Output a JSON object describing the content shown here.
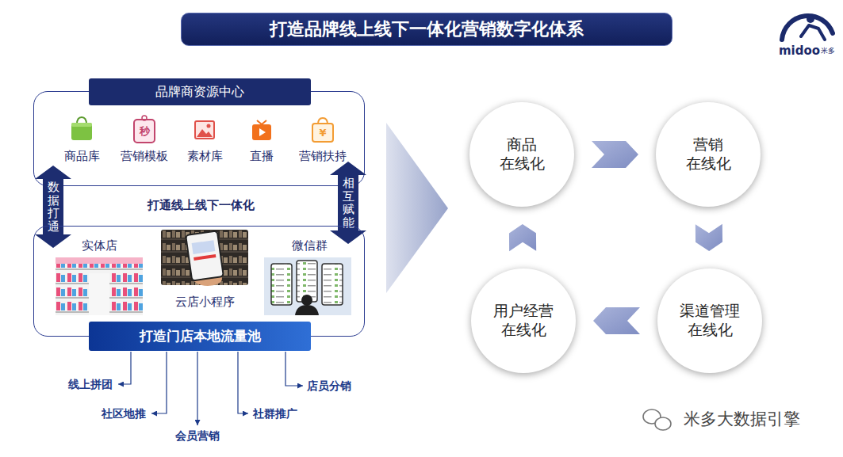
{
  "diagram": {
    "title": "打造品牌线上线下一体化营销数字化体系",
    "nodes": [
      {
        "text": [
          "品牌商资源中心"
        ]
      },
      {
        "text": [
          "数据打通"
        ]
      },
      {
        "text": [
          "打通线上线下一体化"
        ]
      },
      {
        "text": [
          "相互赋能"
        ]
      },
      {
        "text": [
          "打造门店本地流量池"
        ]
      },
      {
        "text": [
          "商品 在线化"
        ]
      },
      {
        "text": [
          "营销 在线化"
        ]
      },
      {
        "text": [
          "用户经营 在线化"
        ]
      },
      {
        "text": [
          "渠道管理 在线化"
        ]
      }
    ],
    "edges": [
      {
        "from": 5,
        "to": 6,
        "arrow": "to"
      },
      {
        "from": 6,
        "to": 8,
        "arrow": "to"
      },
      {
        "from": 8,
        "to": 7,
        "arrow": "to"
      },
      {
        "from": 7,
        "to": 5,
        "arrow": "to"
      }
    ],
    "labels": [
      "midoo",
      "米多",
      "秒",
      "¥",
      "商品库",
      "营销模板",
      "素材库",
      "直播",
      "营销扶持",
      "实体店",
      "云店小程序",
      "微信群",
      "线上拼团",
      "社区地推",
      "会员营销",
      "社群推广",
      "店员分销",
      "米多大数据引擎"
    ]
  }
}
